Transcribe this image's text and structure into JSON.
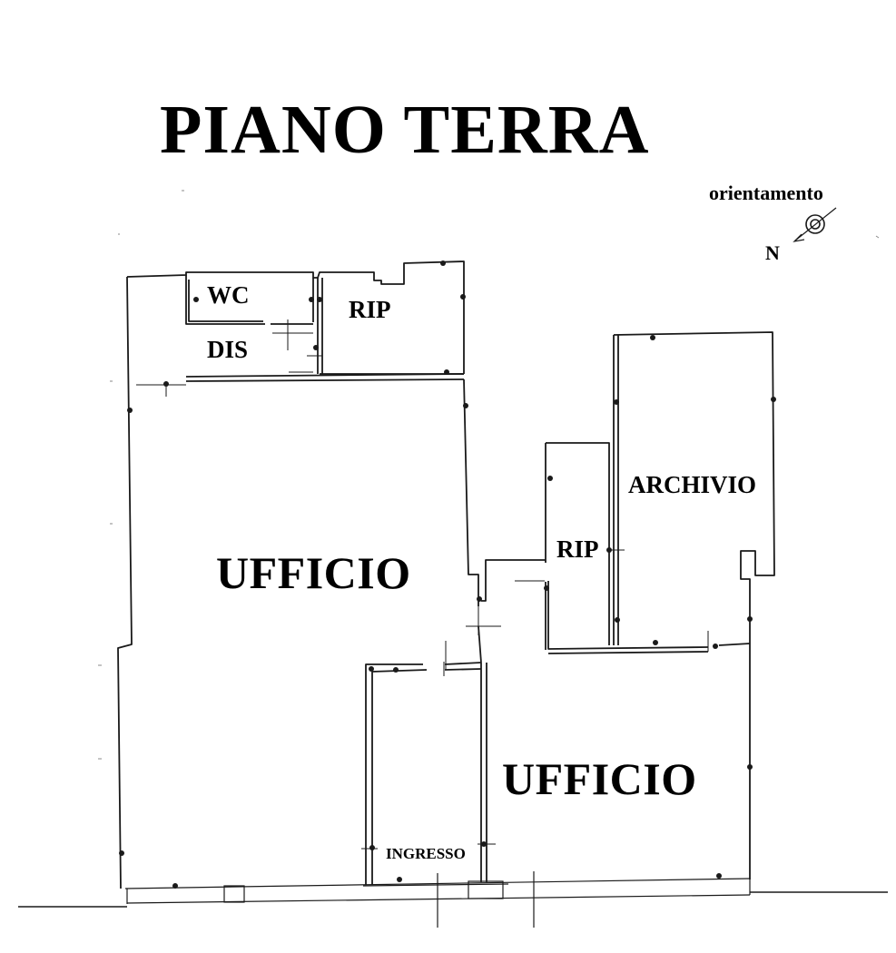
{
  "title": "PIANO TERRA",
  "orientation": {
    "label": "orientamento",
    "north": "N"
  },
  "rooms": {
    "wc": "WC",
    "dis": "DIS",
    "rip_top": "RIP",
    "archivio": "ARCHIVIO",
    "rip_middle": "RIP",
    "ufficio_left": "UFFICIO",
    "ufficio_right": "UFFICIO",
    "ingresso": "INGRESSO"
  },
  "colors": {
    "line": "#1a1a1a",
    "background": "#ffffff"
  }
}
